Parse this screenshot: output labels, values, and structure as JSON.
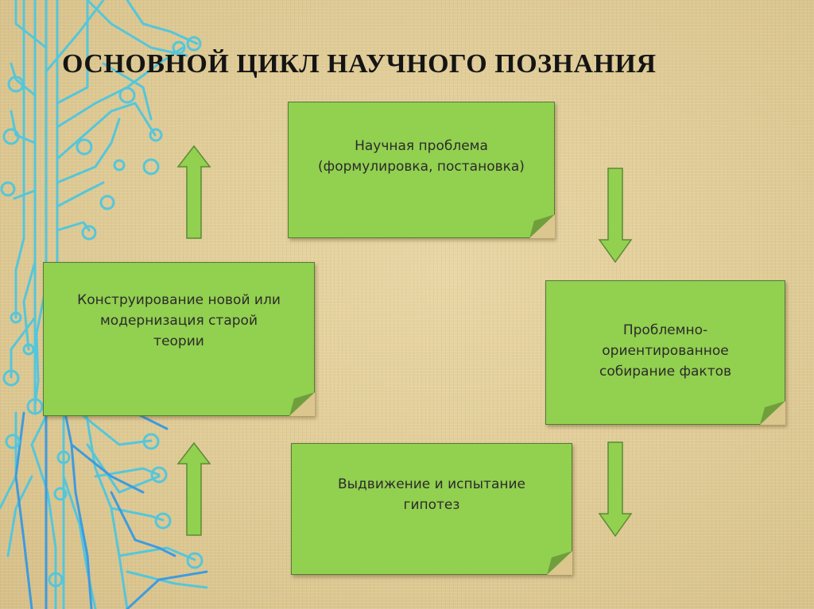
{
  "title": "ОСНОВНОЙ ЦИКЛ НАУЧНОГО ПОЗНАНИЯ",
  "nodes": {
    "problem": "Научная проблема\n(формулировка, постановка)",
    "facts": "Проблемно-\nориентированное\nсобирание фактов",
    "hypothesis": "Выдвижение и испытание\nгипотез",
    "theory": "Конструирование новой или\nмодернизация старой\nтеории"
  },
  "colors": {
    "note_fill": "#92d050",
    "arrow_fill": "#92d050",
    "circuit_line": "#4fc3d9",
    "circuit_dark": "#3a9ed6"
  },
  "icons": {
    "arrow_up": "arrow-up-icon",
    "arrow_down": "arrow-down-icon",
    "decoration": "circuit-decoration-icon"
  }
}
